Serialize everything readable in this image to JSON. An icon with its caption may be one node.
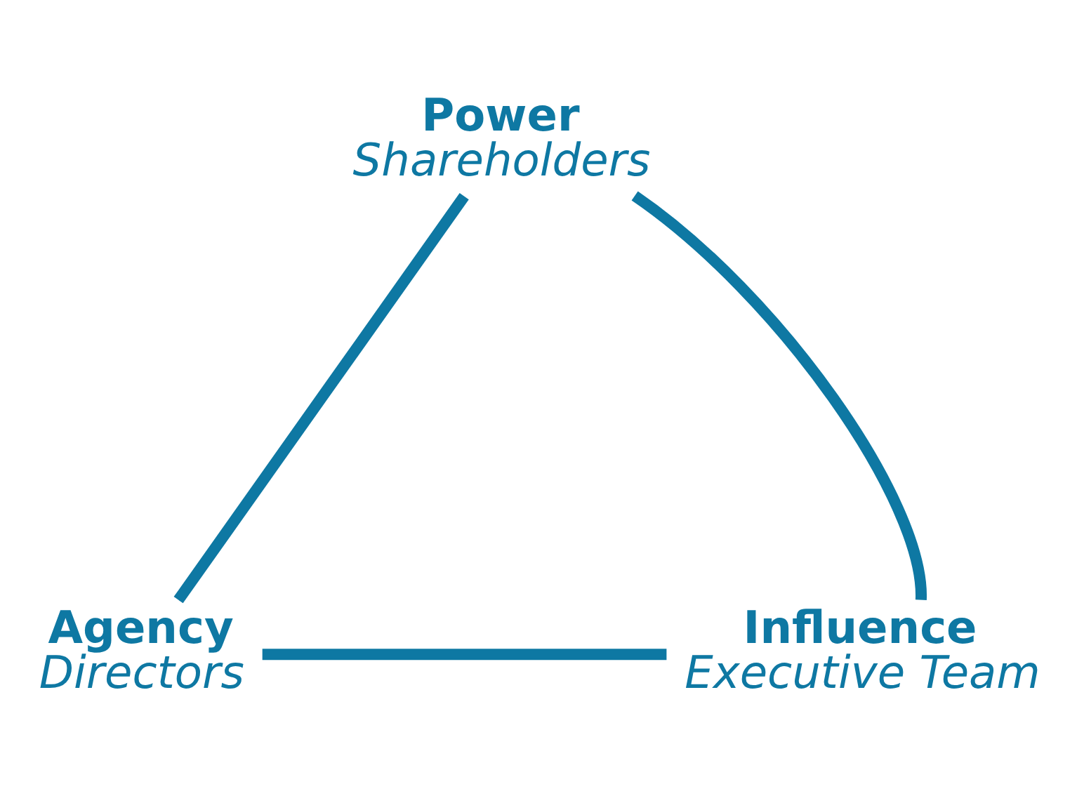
{
  "diagram": {
    "nodes": [
      {
        "text": [
          "Power",
          "Shareholders"
        ]
      },
      {
        "text": [
          "Agency",
          "Directors"
        ]
      },
      {
        "text": [
          "Influence",
          "Executive Team"
        ]
      }
    ],
    "edges": [
      {
        "from": 0,
        "to": 1,
        "arrow": "none"
      },
      {
        "from": 1,
        "to": 2,
        "arrow": "none"
      },
      {
        "from": 2,
        "to": 0,
        "arrow": "none"
      }
    ]
  }
}
